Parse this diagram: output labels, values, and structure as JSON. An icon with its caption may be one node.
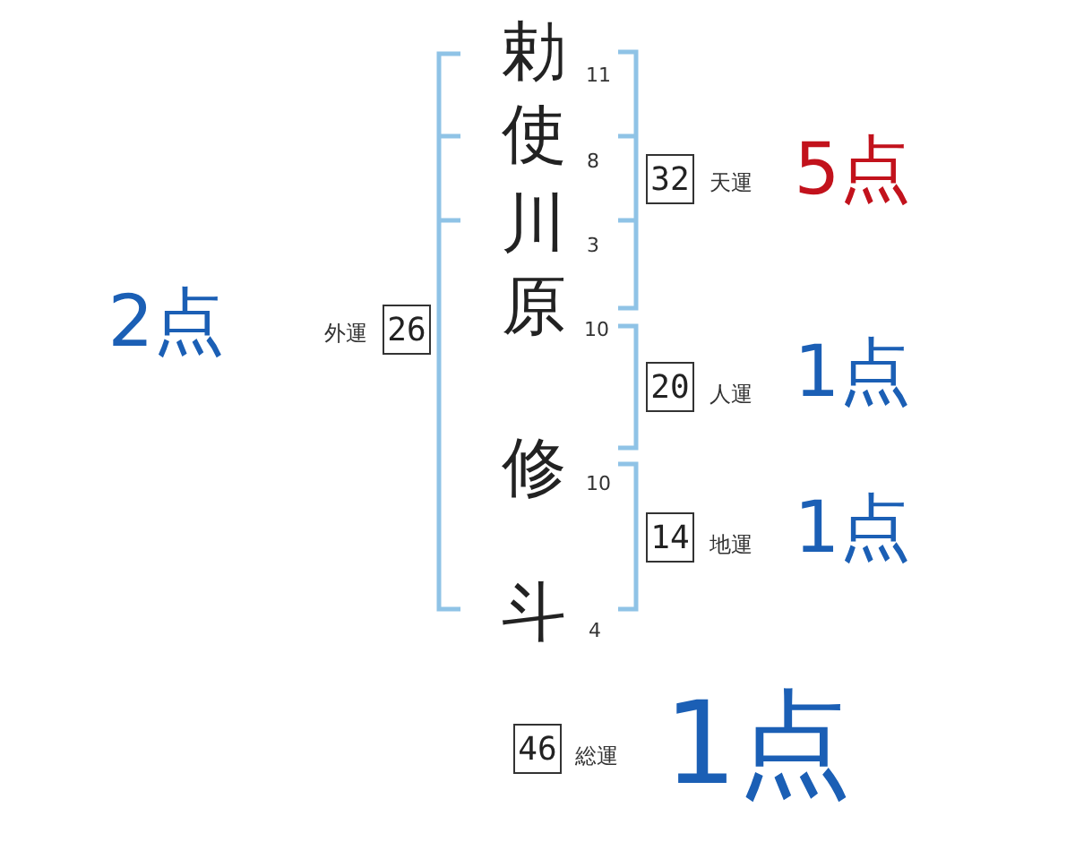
{
  "diagram": {
    "nodes": [
      {
        "text": [
          "32"
        ],
        "beside": [
          "天運",
          "5点"
        ]
      },
      {
        "text": [
          "26"
        ],
        "beside": [
          "2点",
          "外運"
        ]
      },
      {
        "text": [
          "20"
        ],
        "beside": [
          "人運",
          "1点"
        ]
      },
      {
        "text": [
          "14"
        ],
        "beside": [
          "地運",
          "1点"
        ]
      },
      {
        "text": [
          "46"
        ],
        "beside": [
          "総運",
          "1点"
        ]
      }
    ],
    "labels": [
      "勅",
      "11",
      "使",
      "8",
      "川",
      "3",
      "原",
      "10",
      "修",
      "10",
      "斗",
      "4"
    ]
  }
}
